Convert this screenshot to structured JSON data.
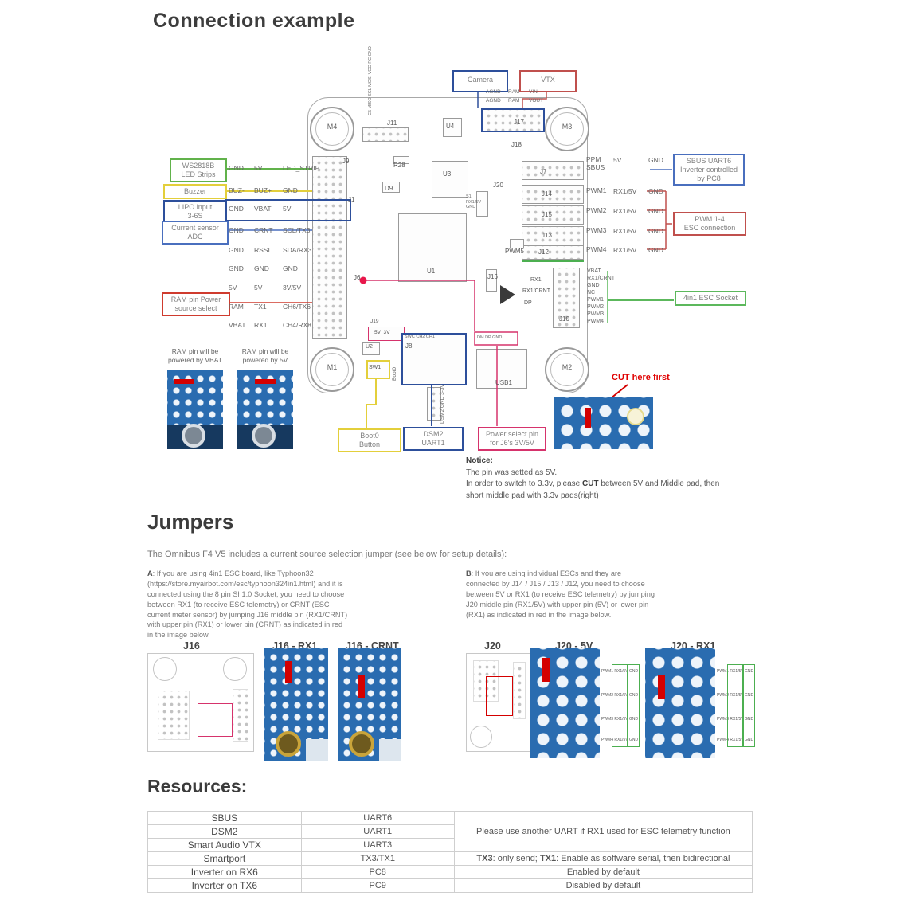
{
  "title": "Connection example",
  "callouts": {
    "camera": "Camera",
    "vtx": "VTX",
    "ws2818": "WS2818B\nLED Strips",
    "buzzer": "Buzzer",
    "lipo": "LIPO input\n3-6S",
    "current_sensor": "Current sensor\nADC",
    "ram_select": "RAM pin Power\nsource select",
    "sbus": "SBUS UART6\nInverter controlled\nby PC8",
    "pwm": "PWM 1-4\nESC connection",
    "esc4in1": "4in1 ESC Socket",
    "boot0": "Boot0\nButton",
    "dsm2": "DSM2\nUART1",
    "power_select": "Power select pin\nfor J6's 3V/5V",
    "cut": "CUT here first"
  },
  "photo_captions": [
    "RAM pin will be\npowered by VBAT",
    "RAM pin will be\npowered by 5V"
  ],
  "top_pins": [
    [
      "AGND",
      "RAM",
      "VIN"
    ],
    [
      "AGND",
      "RAM",
      "VOUT"
    ]
  ],
  "pins_left": [
    [
      "GND",
      "5V",
      "LED_STRIP"
    ],
    [
      "BUZ-",
      "BUZ+",
      "GND"
    ],
    [
      "GND",
      "VBAT",
      "5V"
    ],
    [
      "GND",
      "CRNT",
      "SCL/TX3"
    ],
    [
      "GND",
      "RSSI",
      "SDA/RX3"
    ],
    [
      "GND",
      "GND",
      "GND"
    ],
    [
      "5V",
      "5V",
      "3V/5V"
    ],
    [
      "RAM",
      "TX1",
      "CH6/TX6"
    ],
    [
      "VBAT",
      "RX1",
      "CH4/RX8"
    ]
  ],
  "pins_right": [
    [
      "PPM\nSBUS",
      "5V",
      "GND"
    ],
    [
      "PWM1",
      "RX1/5V",
      "GND"
    ],
    [
      "PWM2",
      "RX1/5V",
      "GND"
    ],
    [
      "PWM3",
      "RX1/5V",
      "GND"
    ],
    [
      "PWM4",
      "RX1/5V",
      "GND"
    ]
  ],
  "j10_pins": [
    "VBAT",
    "RX1/CRNT",
    "GND",
    "NC",
    "PWM1",
    "PWM2",
    "PWM3",
    "PWM4"
  ],
  "board_labels": {
    "j11": "J11",
    "u4": "U4",
    "u3": "U3",
    "j17": "J17",
    "j18": "J18",
    "j9": "J9",
    "d9": "D9",
    "r28": "R28",
    "j1": "J1",
    "j6": "J6",
    "u1": "U1",
    "j7": "J7",
    "j20": "J20",
    "j14": "J14",
    "j15": "J15",
    "j13": "J13",
    "j12": "J12",
    "j16": "J16",
    "pwm5": "PWM5",
    "rx1": "RX1",
    "rx1crnt": "RX1/CRNT",
    "dp": "DP",
    "j10": "J10",
    "j19": "J19",
    "j19_pins": "5V  3V",
    "j8": "J8",
    "u2": "U2",
    "sw1": "SW1",
    "usb1": "USB1",
    "boot0_vert": "Boot0",
    "dsm2_vert": "DSM2  GND  3-3V",
    "top_vert": "C5 MISO SCL MOSI VCC-RC GND",
    "swc": "SWC CH2 CH1",
    "dmdp": "DM DP GND",
    "s1": "S1\nRX1/5V\nGND",
    "m1": "M1",
    "m2": "M2",
    "m3": "M3",
    "m4": "M4"
  },
  "notice": {
    "heading": "Notice:",
    "line1": "The pin was setted as 5V.",
    "line2_pre": "In order to switch to 3.3v, please ",
    "line2_bold": "CUT",
    "line2_post": " between 5V and Middle pad, then",
    "line3": "short middle pad with 3.3v pads(right)"
  },
  "jumpers": {
    "heading": "Jumpers",
    "intro": "The Omnibus F4 V5 includes a current source selection jumper (see below for setup details):",
    "a_label": "A",
    "a_text": ": If you are using 4in1 ESC board, like Typhoon32 (https://store.myairbot.com/esc/typhoon324in1.html) and it is connected using the 8 pin Sh1.0 Socket, you need to choose between RX1 (to receive ESC telemetry) or CRNT (ESC current meter sensor) by jumping J16 middle pin (RX1/CRNT) with upper pin (RX1) or lower pin (CRNT) as indicated in red in the image below.",
    "b_label": "B",
    "b_text": ": If you are using individual ESCs and they are connected by J14 / J15 / J13 / J12, you need to choose between 5V or RX1 (to receive ESC telemetry) by jumping J20 middle pin (RX1/5V) with upper pin (5V) or lower pin (RX1) as indicated in red in the image below.",
    "captions": [
      "J16",
      "J16 - RX1",
      "J16 - CRNT",
      "J20",
      "J20 - 5V",
      "J20 - RX1"
    ],
    "j20_pin_rows": [
      "PWM1 RX1/5V GND",
      "PWM2 RX1/5V GND",
      "PWM3 RX1/5V GND",
      "PWM4 RX1/5V GND"
    ]
  },
  "resources": {
    "heading": "Resources:",
    "rows": [
      {
        "name": "SBUS",
        "value": "UART6"
      },
      {
        "name": "DSM2",
        "value": "UART1"
      },
      {
        "name": "Smart Audio VTX",
        "value": "UART3"
      },
      {
        "name": "Smartport",
        "value": "TX3/TX1"
      },
      {
        "name": "Inverter on RX6",
        "value": "PC8"
      },
      {
        "name": "Inverter on TX6",
        "value": "PC9"
      }
    ],
    "note_uart": "Please use another UART if RX1 used for ESC telemetry function",
    "note_smartport_b1": "TX3",
    "note_smartport_t1": ": only send; ",
    "note_smartport_b2": "TX1",
    "note_smartport_t2": ": Enable as software serial, then bidirectional",
    "note_rx6": "Enabled by default",
    "note_tx6": "Disabled by default"
  }
}
